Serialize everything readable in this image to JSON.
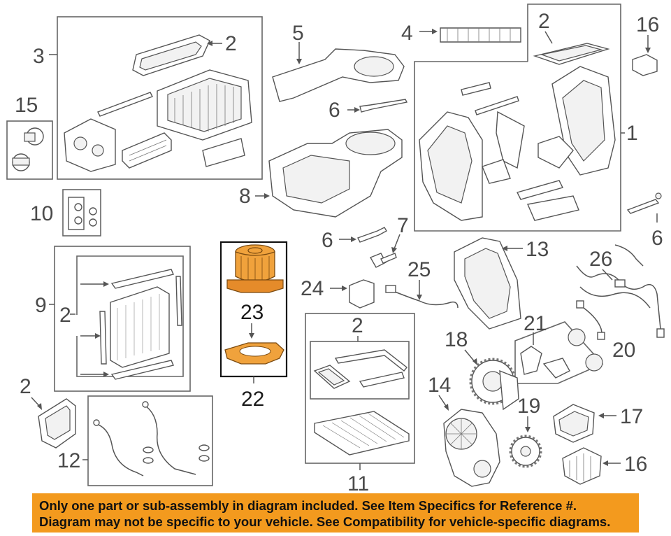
{
  "callouts": {
    "c1": "1",
    "c2a": "2",
    "c2b": "2",
    "c2c": "2",
    "c2d": "2",
    "c2e": "2",
    "c3": "3",
    "c4": "4",
    "c5": "5",
    "c6a": "6",
    "c6b": "6",
    "c6c": "6",
    "c7": "7",
    "c8": "8",
    "c9": "9",
    "c10": "10",
    "c11": "11",
    "c12": "12",
    "c13": "13",
    "c14": "14",
    "c15": "15",
    "c16a": "16",
    "c16b": "16",
    "c17": "17",
    "c18": "18",
    "c19": "19",
    "c20": "20",
    "c21": "21",
    "c22": "22",
    "c23": "23",
    "c24": "24",
    "c25": "25",
    "c26": "26"
  },
  "highlight_color": "#f0a23c",
  "banner": {
    "color": "#f39a1e",
    "line1": "Only one part or sub-assembly in diagram included. See Item Specifics for Reference #.",
    "line2": "Diagram may not be specific to your vehicle. See Compatibility for vehicle-specific diagrams."
  }
}
